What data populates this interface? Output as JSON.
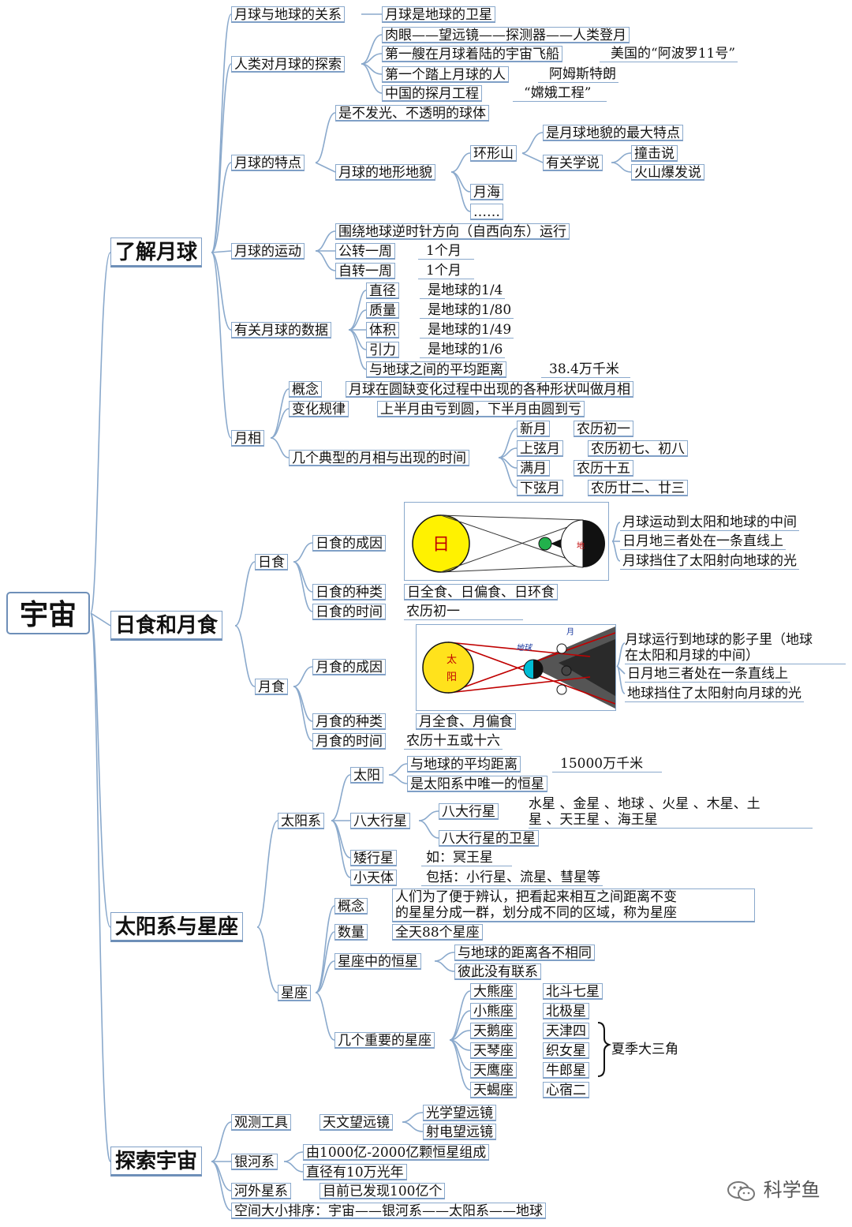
{
  "root": "宇宙",
  "branches": {
    "moon": "了解月球",
    "eclipse": "日食和月食",
    "solar": "太阳系与星座",
    "explore": "探索宇宙"
  },
  "moon": {
    "relation": "月球与地球的关系",
    "relation_v": "月球是地球的卫星",
    "explore": "人类对月球的探索",
    "explore_1": "肉眼——望远镜——探测器——人类登月",
    "explore_2": "第一艘在月球着陆的宇宙飞船",
    "explore_2v": "美国的“阿波罗11号”",
    "explore_3": "第一个踏上月球的人",
    "explore_3v": "阿姆斯特朗",
    "explore_4": "中国的探月工程",
    "explore_4v": "“嫦娥工程”",
    "features": "月球的特点",
    "feat_1": "是不发光、不透明的球体",
    "terrain": "月球的地形地貌",
    "crater": "环形山",
    "crater_top": "是月球地貌的最大特点",
    "theories": "有关学说",
    "theory_1": "撞击说",
    "theory_2": "火山爆发说",
    "maria": "月海",
    "dots": "……",
    "motion": "月球的运动",
    "motion_1": "围绕地球逆时针方向（自西向东）运行",
    "revolution": "公转一周",
    "revolution_v": "1个月",
    "rotation": "自转一周",
    "rotation_v": "1个月",
    "data": "有关月球的数据",
    "diameter": "直径",
    "diameter_v": "是地球的1/4",
    "mass": "质量",
    "mass_v": "是地球的1/80",
    "volume": "体积",
    "volume_v": "是地球的1/49",
    "gravity": "引力",
    "gravity_v": "是地球的1/6",
    "distance": "与地球之间的平均距离",
    "distance_v": "38.4万千米",
    "phase": "月相",
    "concept": "概念",
    "concept_v": "月球在圆缺变化过程中出现的各种形状叫做月相",
    "rule": "变化规律",
    "rule_v": "上半月由亏到圆，下半月由圆到亏",
    "typical": "几个典型的月相与出现的时间",
    "new": "新月",
    "new_v": "农历初一",
    "first_q": "上弦月",
    "first_q_v": "农历初七、初八",
    "full": "满月",
    "full_v": "农历十五",
    "last_q": "下弦月",
    "last_q_v": "农历廿二、廿三"
  },
  "eclipse": {
    "solar": "日食",
    "solar_cause": "日食的成因",
    "sun_label": "日",
    "earth_label": "地",
    "solar_c1": "月球运动到太阳和地球的中间",
    "solar_c2": "日月地三者处在一条直线上",
    "solar_c3": "月球挡住了太阳射向地球的光",
    "solar_kind": "日食的种类",
    "solar_kind_v": "日全食、日偏食、日环食",
    "solar_time": "日食的时间",
    "solar_time_v": "农历初一",
    "lunar": "月食",
    "lunar_cause": "月食的成因",
    "sun_label2a": "太",
    "sun_label2b": "阳",
    "earth_label2": "地球",
    "moon_label2": "月",
    "lunar_c1a": "月球运行到地球的影子里（地球",
    "lunar_c1b": "在太阳和月球的中间）",
    "lunar_c2": "日月地三者处在一条直线上",
    "lunar_c3": "地球挡住了太阳射向月球的光",
    "lunar_kind": "月食的种类",
    "lunar_kind_v": "月全食、月偏食",
    "lunar_time": "月食的时间",
    "lunar_time_v": "农历十五或十六"
  },
  "solar": {
    "system": "太阳系",
    "sun": "太阳",
    "sun_dist": "与地球的平均距离",
    "sun_dist_v": "15000万千米",
    "sun_star": "是太阳系中唯一的恒星",
    "planets": "八大行星",
    "planets_sub": "八大行星",
    "planets_list_a": "水星 、金星 、地球 、火星 、木星、土",
    "planets_list_b": "星 、天王星 、海王星",
    "satellites": "八大行星的卫星",
    "dwarf": "矮行星",
    "dwarf_v": "如：冥王星",
    "small": "小天体",
    "small_v": "包括：小行星、流星、彗星等",
    "constellation": "星座",
    "c_concept": "概念",
    "c_concept_a": "人们为了便于辨认，把看起来相互之间距离不变",
    "c_concept_b": "的星星分成一群，划分成不同的区域，称为星座",
    "c_count": "数量",
    "c_count_v": "全天88个星座",
    "c_stars": "星座中的恒星",
    "c_stars_1": "与地球的距离各不相同",
    "c_stars_2": "彼此没有联系",
    "c_important": "几个重要的星座",
    "ursa_major": "大熊座",
    "ursa_major_v": "北斗七星",
    "ursa_minor": "小熊座",
    "ursa_minor_v": "北极星",
    "cygnus": "天鹅座",
    "cygnus_v": "天津四",
    "lyra": "天琴座",
    "lyra_v": "织女星",
    "aquila": "天鹰座",
    "aquila_v": "牛郎星",
    "scorpius": "天蝎座",
    "scorpius_v": "心宿二",
    "summer_triangle": "夏季大三角"
  },
  "explore": {
    "tools": "观测工具",
    "telescope": "天文望远镜",
    "optical": "光学望远镜",
    "radio": "射电望远镜",
    "galaxy": "银河系",
    "galaxy_1": "由1000亿-2000亿颗恒星组成",
    "galaxy_2": "直径有10万光年",
    "extra": "河外星系",
    "extra_v": "目前已发现100亿个",
    "order": "空间大小排序：宇宙——银河系——太阳系——地球"
  },
  "watermark": "科学鱼"
}
